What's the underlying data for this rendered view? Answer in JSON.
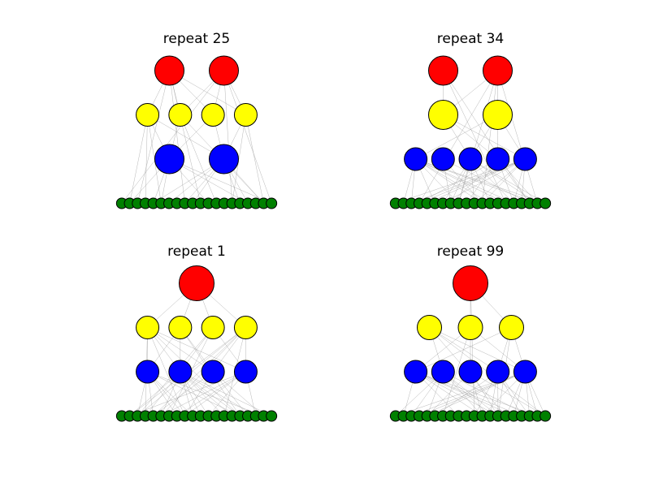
{
  "colors": {
    "layer1": "#ff0000",
    "layer2": "#ffff00",
    "layer3": "#0000ff",
    "layer4": "#008000",
    "edge": "#999999",
    "outline": "#000000"
  },
  "panels": [
    {
      "title": "repeat 25",
      "layers": [
        2,
        4,
        2,
        20
      ]
    },
    {
      "title": "repeat 34",
      "layers": [
        2,
        2,
        5,
        20
      ]
    },
    {
      "title": "repeat 1",
      "layers": [
        1,
        4,
        4,
        20
      ]
    },
    {
      "title": "repeat 99",
      "layers": [
        1,
        3,
        5,
        20
      ]
    }
  ]
}
